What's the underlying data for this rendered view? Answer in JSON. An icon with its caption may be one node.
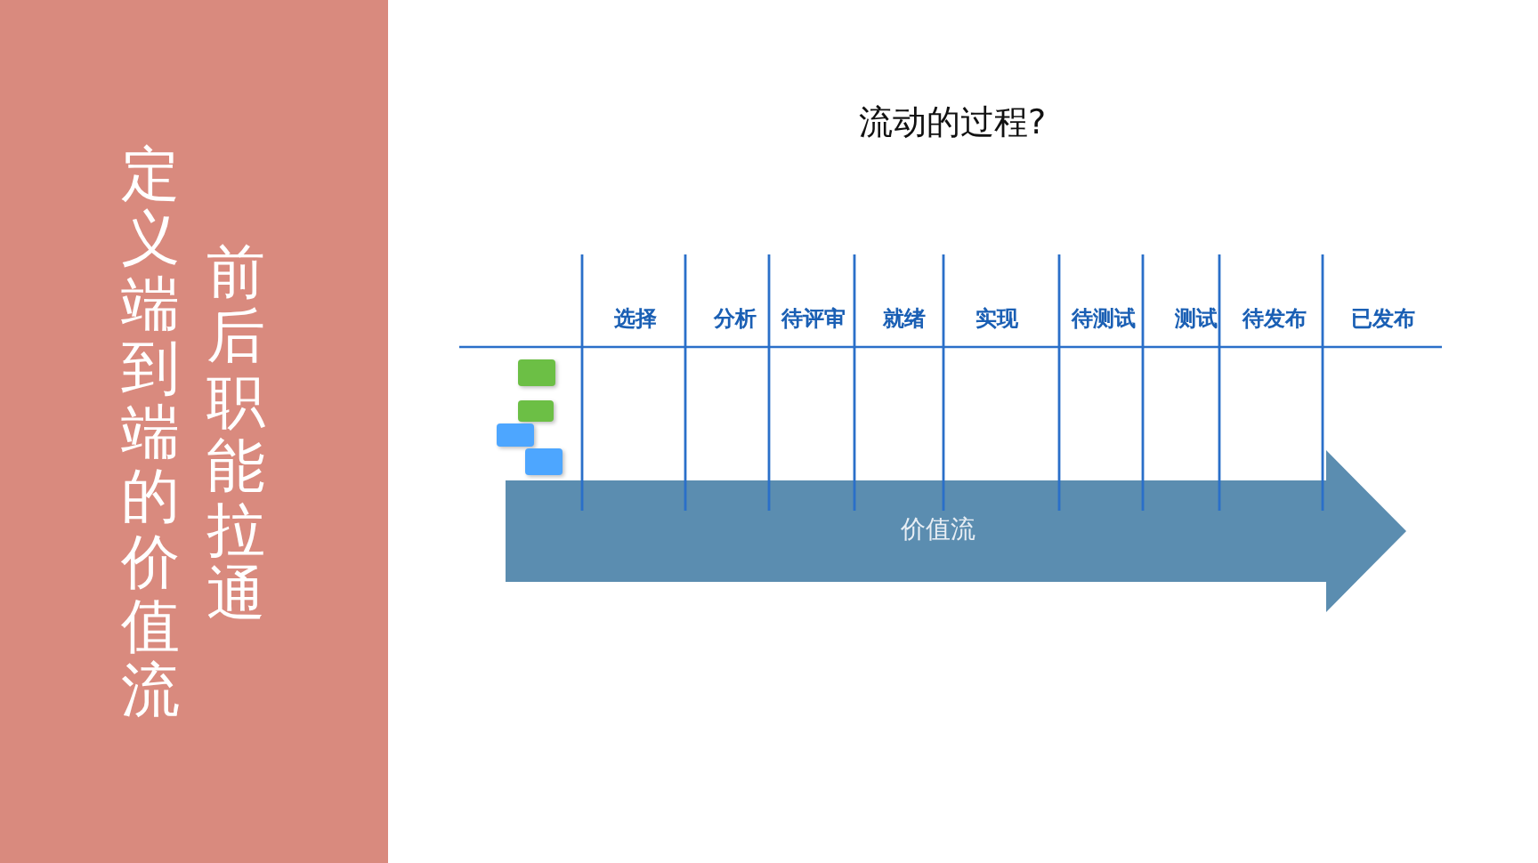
{
  "diagram": {
    "title": "流动的过程?",
    "nodes": [
      {
        "text": [
          "价值流"
        ]
      },
      {
        "text": [],
        "shape": "box"
      },
      {
        "text": [],
        "shape": "box"
      },
      {
        "text": [],
        "shape": "box"
      },
      {
        "text": [],
        "shape": "box"
      }
    ],
    "edges": [],
    "labels": [
      "定义端到端的价值流",
      "前后职能拉通",
      "选择",
      "分析",
      "待评审",
      "就绪",
      "实现",
      "待测试",
      "测试",
      "待发布",
      "已发布"
    ]
  }
}
